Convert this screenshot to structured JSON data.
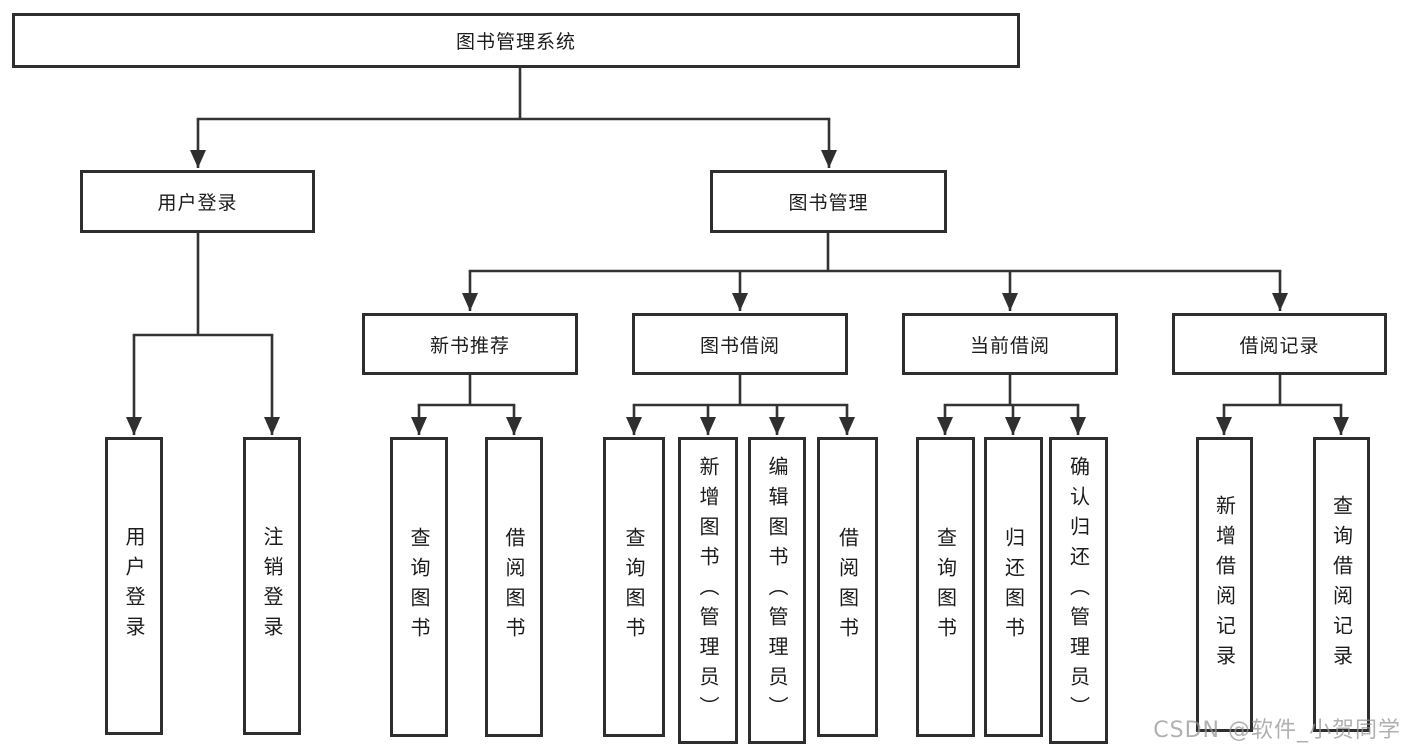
{
  "colors": {
    "background": "#ffffff",
    "line": "#333333",
    "box_border": "#2e2e2e",
    "text": "#1c1c1c",
    "watermark": "#b0b0b0"
  },
  "nodes": {
    "root": {
      "label": "图书管理系统"
    },
    "user_login": {
      "label": "用户登录"
    },
    "book_mgmt": {
      "label": "图书管理"
    },
    "new_book_rec": {
      "label": "新书推荐"
    },
    "book_borrow": {
      "label": "图书借阅"
    },
    "current_borrow": {
      "label": "当前借阅"
    },
    "borrow_records": {
      "label": "借阅记录"
    },
    "leaf_user_login": {
      "label": "用户登录"
    },
    "leaf_logout": {
      "label": "注销登录"
    },
    "leaf_query_books_1": {
      "label": "查询图书"
    },
    "leaf_borrow_books_1": {
      "label": "借阅图书"
    },
    "leaf_query_books_2": {
      "label": "查询图书"
    },
    "leaf_add_book_admin": {
      "label": "新增图书（管理员）"
    },
    "leaf_edit_book_admin": {
      "label": "编辑图书（管理员）"
    },
    "leaf_borrow_books_2": {
      "label": "借阅图书"
    },
    "leaf_query_books_3": {
      "label": "查询图书"
    },
    "leaf_return_book": {
      "label": "归还图书"
    },
    "leaf_confirm_return_admin": {
      "label": "确认归还（管理员）"
    },
    "leaf_add_borrow_record": {
      "label": "新增借阅记录"
    },
    "leaf_query_borrow_record": {
      "label": "查询借阅记录"
    }
  },
  "tree": {
    "root": "图书管理系统",
    "children": [
      {
        "label": "用户登录",
        "children": [
          "用户登录",
          "注销登录"
        ]
      },
      {
        "label": "图书管理",
        "children": [
          {
            "label": "新书推荐",
            "children": [
              "查询图书",
              "借阅图书"
            ]
          },
          {
            "label": "图书借阅",
            "children": [
              "查询图书",
              "新增图书（管理员）",
              "编辑图书（管理员）",
              "借阅图书"
            ]
          },
          {
            "label": "当前借阅",
            "children": [
              "查询图书",
              "归还图书",
              "确认归还（管理员）"
            ]
          },
          {
            "label": "借阅记录",
            "children": [
              "新增借阅记录",
              "查询借阅记录"
            ]
          }
        ]
      }
    ]
  },
  "watermark": {
    "text": "CSDN @软件_小贺同学"
  }
}
